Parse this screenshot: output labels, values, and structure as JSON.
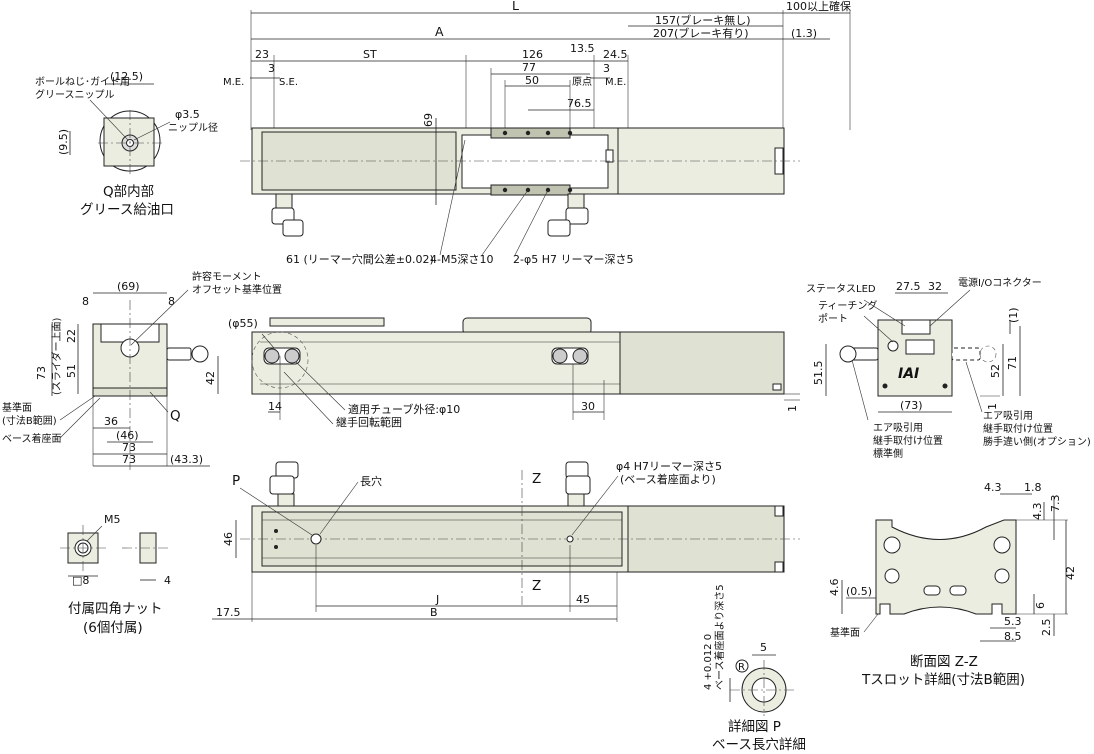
{
  "top_view": {
    "dims": {
      "L": "L",
      "guarantee": "100以上確保",
      "brake_none": "157(ブレーキ無し)",
      "brake_with": "207(ブレーキ有り)",
      "offset_13": "(1.3)",
      "A": "A",
      "d23": "23",
      "ST": "ST",
      "d126": "126",
      "d13_5": "13.5",
      "d24_5": "24.5",
      "d3_left": "3",
      "d77": "77",
      "d3_right": "3",
      "me_left": "M.E.",
      "se": "S.E.",
      "d50": "50",
      "origin": "原点",
      "me_right": "M.E.",
      "d76_5": "76.5",
      "d69": "69"
    },
    "callouts": {
      "pitch": "61 (リーマー穴間公差±0.02)",
      "m5": "4-M5深さ10",
      "reamer": "2-φ5 H7 リーマー深さ5"
    }
  },
  "q_detail": {
    "title1": "Q部内部",
    "title2": "グリース給油口",
    "ballscrew1": "ボールねじ･ガイド用",
    "ballscrew2": "グリースニップル",
    "d12_5": "(12.5)",
    "d9_5": "(9.5)",
    "nipple1": "φ3.5",
    "nipple2": "ニップル径"
  },
  "end_view": {
    "moment1": "許容モーメント",
    "moment2": "オフセット基準位置",
    "d69": "(69)",
    "d8a": "8",
    "d8b": "8",
    "d22": "22",
    "d73v": "73",
    "slider": "(スライダー上面)",
    "d51": "51",
    "d42": "42",
    "ref1": "基準面",
    "ref2": "(寸法B範囲)",
    "base": "ベース着座面",
    "d36": "36",
    "d46": "(46)",
    "d73a": "73",
    "d73b": "73",
    "d43_3": "(43.3)",
    "q": "Q"
  },
  "side_view": {
    "d55": "(φ55)",
    "d14": "14",
    "tube": "適用チューブ外径:φ10",
    "rotate": "継手回転範囲",
    "d30": "30",
    "d1": "1"
  },
  "right_view": {
    "status": "ステータスLED",
    "teach1": "ティーチング",
    "teach2": "ポート",
    "connector": "電源I/Oコネクター",
    "d27_5": "27.5",
    "d32": "32",
    "d1a": "(1)",
    "d51_5": "51.5",
    "d52": "52",
    "d71": "71",
    "d73": "(73)",
    "d1b": "1",
    "logo": "IAI",
    "air_std1": "エア吸引用",
    "air_std2": "継手取付け位置",
    "air_std3": "標準側",
    "air_opt1": "エア吸引用",
    "air_opt2": "継手取付け位置",
    "air_opt3": "勝手違い側(オプション)"
  },
  "bottom_view": {
    "p": "P",
    "slot": "長穴",
    "z1": "Z",
    "z2": "Z",
    "reamer1": "φ4 H7リーマー深さ5",
    "reamer2": "(ベース着座面より)",
    "d46": "46",
    "J": "J",
    "B": "B",
    "d45": "45",
    "d17_5": "17.5"
  },
  "nut": {
    "m5": "M5",
    "sq8": "□8",
    "d4": "4",
    "title1": "付属四角ナット",
    "title2": "(6個付属)"
  },
  "detail_p": {
    "d5": "5",
    "tol": "4 +0.012 0",
    "depth": "ベース着座面より深さ5",
    "r": "R",
    "title1": "詳細図 P",
    "title2": "ベース長穴詳細"
  },
  "section_zz": {
    "d4_3a": "4.3",
    "d1_8": "1.8",
    "d4_3b": "4.3",
    "d7_3": "7.3",
    "d42": "42",
    "d4_6": "4.6",
    "d0_5": "(0.5)",
    "d6": "6",
    "d5_3": "5.3",
    "d8_5": "8.5",
    "d2_5": "2.5",
    "ref": "基準面",
    "title1": "断面図 Z-Z",
    "title2": "Tスロット詳細(寸法B範囲)"
  }
}
